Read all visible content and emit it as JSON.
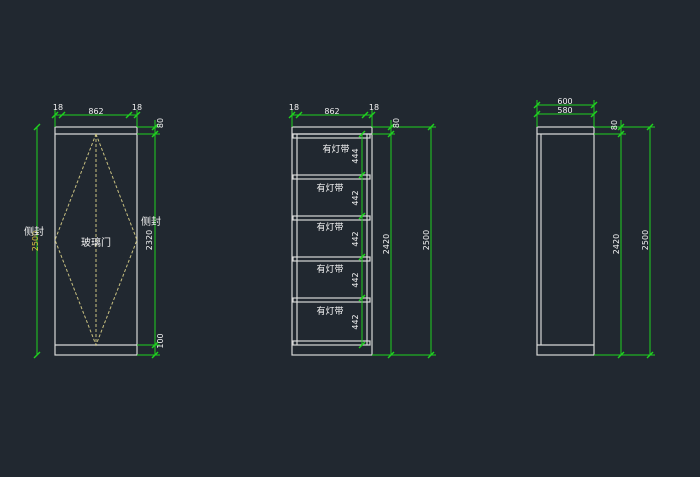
{
  "front_view": {
    "top_dims": [
      "18",
      "862",
      "18"
    ],
    "right_dims": [
      "80",
      "2320",
      "100"
    ],
    "left_dim": "2500",
    "side_seal_left": "侧封",
    "side_seal_right": "侧封",
    "door_label": "玻璃门"
  },
  "shelf_view": {
    "top_dims": [
      "18",
      "862",
      "18"
    ],
    "top_gap": "80",
    "shelf_dims": [
      "444",
      "442",
      "442",
      "442",
      "442"
    ],
    "shelf_labels": [
      "有灯带",
      "有灯带",
      "有灯带",
      "有灯带",
      "有灯带"
    ],
    "inner_height": "2420",
    "total_height": "2500"
  },
  "side_view": {
    "width_outer": "600",
    "width_inner": "580",
    "top_gap": "80",
    "inner_height": "2420",
    "total_height": "2500"
  },
  "colors": {
    "background": "#212830",
    "dimension": "#1fd21f",
    "outline": "#d8d8d8",
    "diagonal": "#c8c080"
  }
}
